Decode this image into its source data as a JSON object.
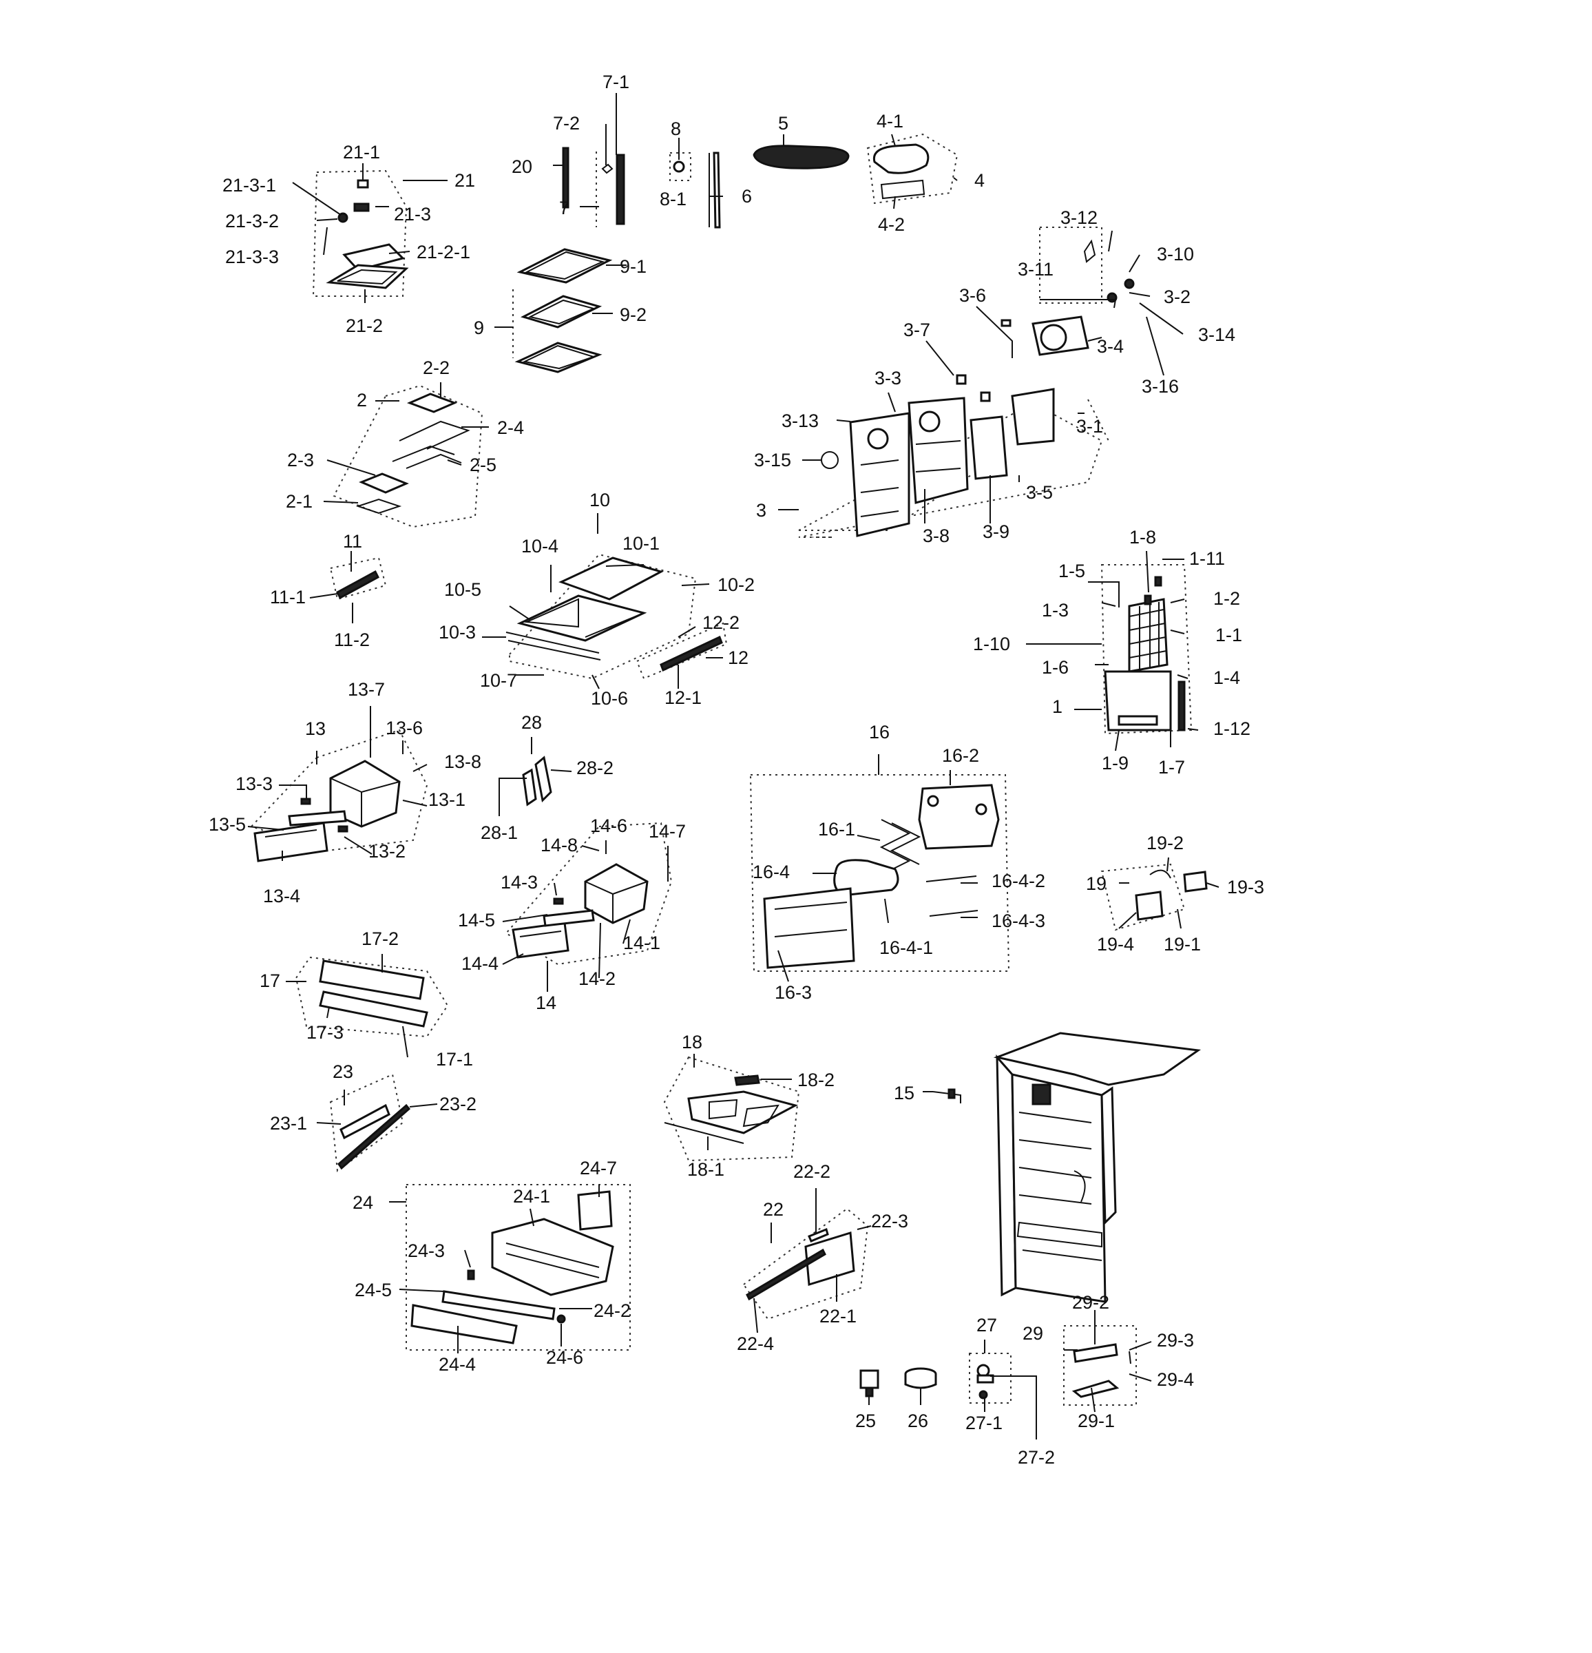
{
  "diagram": {
    "labels": {
      "p7_1": "7-1",
      "p7_2": "7-2",
      "p7": "7",
      "p20": "20",
      "p8": "8",
      "p8_1": "8-1",
      "p6": "6",
      "p5": "5",
      "p4_1": "4-1",
      "p4": "4",
      "p4_2": "4-2",
      "p21_1": "21-1",
      "p21": "21",
      "p21_3_1": "21-3-1",
      "p21_3": "21-3",
      "p21_3_2": "21-3-2",
      "p21_3_3": "21-3-3",
      "p21_2_1": "21-2-1",
      "p21_2": "21-2",
      "p9_1": "9-1",
      "p9_2": "9-2",
      "p9": "9",
      "p3_12": "3-12",
      "p3_10": "3-10",
      "p3_11": "3-11",
      "p3_2": "3-2",
      "p3_6": "3-6",
      "p3_14": "3-14",
      "p3_7": "3-7",
      "p3_4": "3-4",
      "p3_16": "3-16",
      "p3_3": "3-3",
      "p3_13": "3-13",
      "p3_1": "3-1",
      "p3_15": "3-15",
      "p3_5": "3-5",
      "p3": "3",
      "p3_8": "3-8",
      "p3_9": "3-9",
      "p2_2": "2-2",
      "p2": "2",
      "p2_4": "2-4",
      "p2_3": "2-3",
      "p2_5": "2-5",
      "p2_1": "2-1",
      "p10": "10",
      "p10_4": "10-4",
      "p10_1": "10-1",
      "p10_2": "10-2",
      "p10_5": "10-5",
      "p10_3": "10-3",
      "p10_7": "10-7",
      "p10_6": "10-6",
      "p11": "11",
      "p11_1": "11-1",
      "p11_2": "11-2",
      "p12_2": "12-2",
      "p12": "12",
      "p12_1": "12-1",
      "p1_8": "1-8",
      "p1_11": "1-11",
      "p1_5": "1-5",
      "p1_3": "1-3",
      "p1_2": "1-2",
      "p1_1": "1-1",
      "p1_10": "1-10",
      "p1_6": "1-6",
      "p1_4": "1-4",
      "p1": "1",
      "p1_12": "1-12",
      "p1_9": "1-9",
      "p1_7": "1-7",
      "p13_7": "13-7",
      "p13": "13",
      "p13_6": "13-6",
      "p13_8": "13-8",
      "p13_3": "13-3",
      "p13_1": "13-1",
      "p13_5": "13-5",
      "p13_2": "13-2",
      "p13_4": "13-4",
      "p28": "28",
      "p28_2": "28-2",
      "p28_1": "28-1",
      "p16": "16",
      "p16_2": "16-2",
      "p16_1": "16-1",
      "p16_4": "16-4",
      "p16_4_2": "16-4-2",
      "p16_4_3": "16-4-3",
      "p16_4_1": "16-4-1",
      "p16_3": "16-3",
      "p14_6": "14-6",
      "p14_7": "14-7",
      "p14_8": "14-8",
      "p14_3": "14-3",
      "p14_5": "14-5",
      "p14_1": "14-1",
      "p14_4": "14-4",
      "p14_2": "14-2",
      "p14": "14",
      "p19_2": "19-2",
      "p19": "19",
      "p19_3": "19-3",
      "p19_4": "19-4",
      "p19_1": "19-1",
      "p17_2": "17-2",
      "p17": "17",
      "p17_3": "17-3",
      "p17_1": "17-1",
      "p18": "18",
      "p18_2": "18-2",
      "p18_1": "18-1",
      "p15": "15",
      "p23": "23",
      "p23_2": "23-2",
      "p23_1": "23-1",
      "p24_7": "24-7",
      "p24": "24",
      "p24_1": "24-1",
      "p24_3": "24-3",
      "p24_5": "24-5",
      "p24_2": "24-2",
      "p24_4": "24-4",
      "p24_6": "24-6",
      "p22_2": "22-2",
      "p22": "22",
      "p22_3": "22-3",
      "p22_1": "22-1",
      "p22_4": "22-4",
      "p27": "27",
      "p29": "29",
      "p29_2": "29-2",
      "p29_3": "29-3",
      "p29_4": "29-4",
      "p29_1": "29-1",
      "p25": "25",
      "p26": "26",
      "p27_1": "27-1",
      "p27_2": "27-2"
    }
  }
}
